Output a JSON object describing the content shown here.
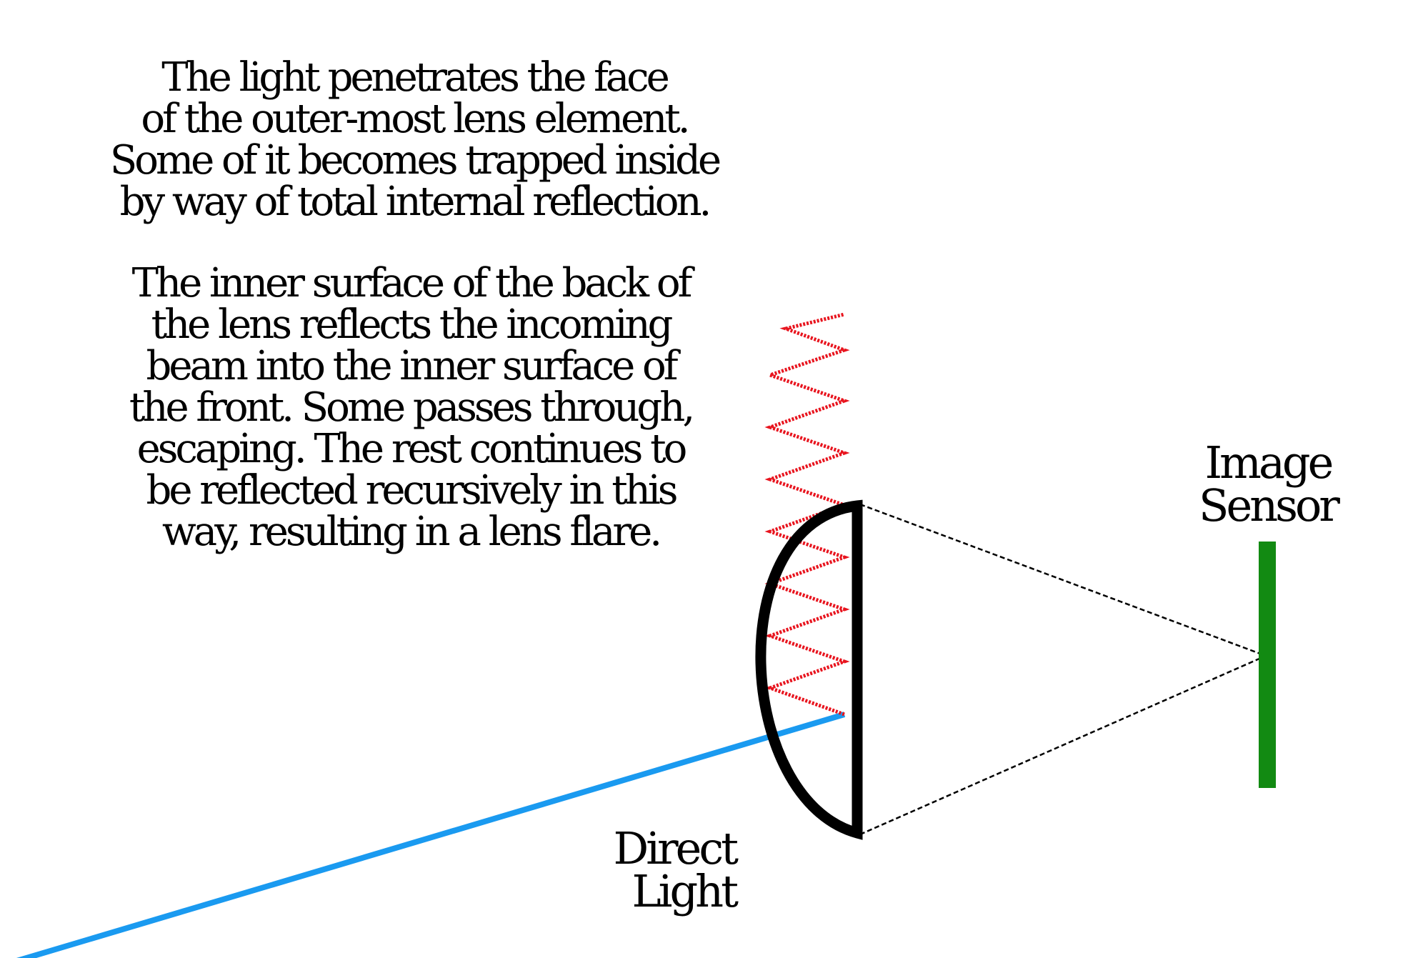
{
  "texts": {
    "paragraph_1": "The light penetrates the face\nof the outer-most lens element.\nSome of it becomes trapped inside\nby way of total internal reflection.",
    "paragraph_2": "The inner surface of the back of\nthe lens reflects the incoming\nbeam into the inner surface of\nthe front. Some passes through,\nescaping. The rest continues to\nbe reflected recursively in this\nway, resulting in a lens flare.",
    "image_sensor_label": "Image\nSensor",
    "direct_light_label": "Direct\nLight"
  },
  "colors": {
    "background": "#ffffff",
    "lens_outline": "#000000",
    "direct_light_ray": "#1a9af0",
    "reflected_rays": "#e8141e",
    "image_sensor": "#128a12",
    "projection_lines": "#000000"
  },
  "elements": {
    "lens": "plano-convex lens element",
    "ray": "direct light beam",
    "reflections": "internal reflection zigzag",
    "sensor": "image sensor bar",
    "projection": "dashed projection cone"
  }
}
